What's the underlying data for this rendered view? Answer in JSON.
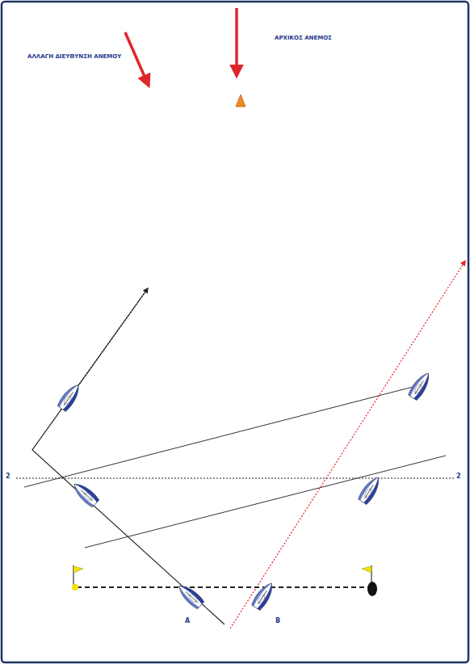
{
  "diagram": {
    "labels": [
      "ΑΛΛΑΓΗ ΔΙΕΥΘΥΝΣΗ ΑΝΕΜΟΥ",
      "ΑΡΧΙΚΟΣ ΑΝΕΜΟΣ",
      "2",
      "2",
      "A",
      "B"
    ]
  }
}
